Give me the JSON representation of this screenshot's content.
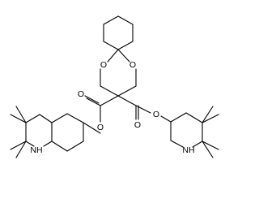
{
  "molecule": {
    "atoms": {
      "O_ring_left": "O",
      "O_ring_right": "O",
      "O_carbonyl_left": "O",
      "O_ester_left": "O",
      "O_carbonyl_right": "O",
      "O_ester_right": "O",
      "N_left": "NH",
      "N_right": "NH"
    }
  }
}
